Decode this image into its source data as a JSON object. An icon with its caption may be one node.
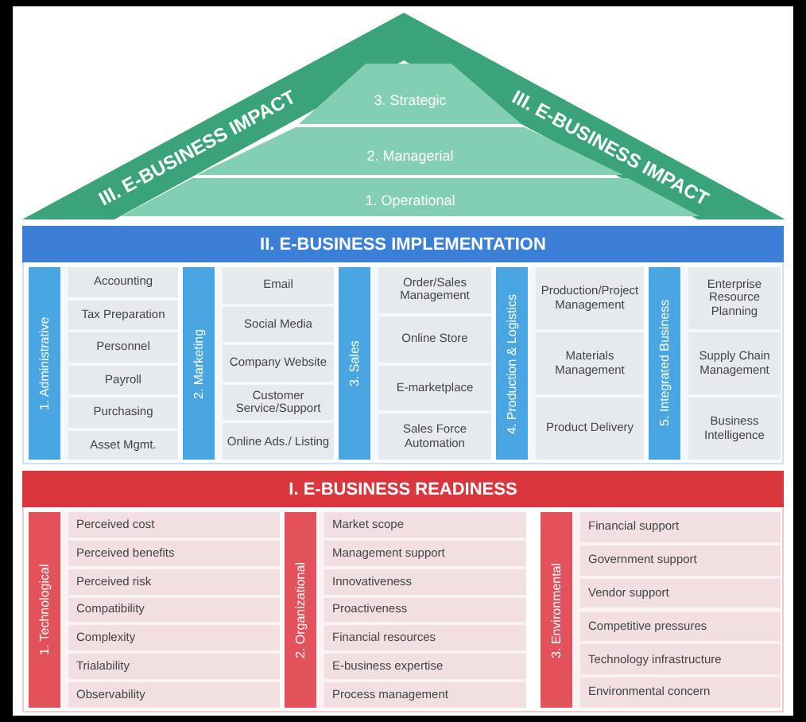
{
  "diagram": {
    "nodes": [
      {
        "text": [
          "III. E-BUSINESS IMPACT",
          "III. E-BUSINESS IMPACT"
        ]
      },
      {
        "text": [
          "3. Strategic"
        ]
      },
      {
        "text": [
          "2. Managerial"
        ]
      },
      {
        "text": [
          "1. Operational"
        ]
      },
      {
        "text": [
          "II. E-BUSINESS IMPLEMENTATION"
        ]
      },
      {
        "text": [
          "1. Administrative"
        ],
        "in": 4
      },
      {
        "text": [
          "Accounting"
        ],
        "in": 5
      },
      {
        "text": [
          "Tax Preparation"
        ],
        "in": 5
      },
      {
        "text": [
          "Personnel"
        ],
        "in": 5
      },
      {
        "text": [
          "Payroll"
        ],
        "in": 5
      },
      {
        "text": [
          "Purchasing"
        ],
        "in": 5
      },
      {
        "text": [
          "Asset Mgmt."
        ],
        "in": 5
      },
      {
        "text": [
          "2. Marketing"
        ],
        "in": 4
      },
      {
        "text": [
          "Email"
        ],
        "in": 12
      },
      {
        "text": [
          "Social Media"
        ],
        "in": 12
      },
      {
        "text": [
          "Company Website"
        ],
        "in": 12
      },
      {
        "text": [
          "Customer Service/Support"
        ],
        "in": 12
      },
      {
        "text": [
          "Online Ads./ Listing"
        ],
        "in": 12
      },
      {
        "text": [
          "3. Sales"
        ],
        "in": 4
      },
      {
        "text": [
          "Order/Sales Management"
        ],
        "in": 18
      },
      {
        "text": [
          "Online Store"
        ],
        "in": 18
      },
      {
        "text": [
          "E-marketplace"
        ],
        "in": 18
      },
      {
        "text": [
          "Sales Force Automation"
        ],
        "in": 18
      },
      {
        "text": [
          "4. Production & Logistics"
        ],
        "in": 4
      },
      {
        "text": [
          "Production/Project Management"
        ],
        "in": 23
      },
      {
        "text": [
          "Materials Management"
        ],
        "in": 23
      },
      {
        "text": [
          "Product Delivery"
        ],
        "in": 23
      },
      {
        "text": [
          "5. Integrated Business"
        ],
        "in": 4
      },
      {
        "text": [
          "Enterprise Resource Planning"
        ],
        "in": 27
      },
      {
        "text": [
          "Supply Chain Management"
        ],
        "in": 27
      },
      {
        "text": [
          "Business Intelligence"
        ],
        "in": 27
      },
      {
        "text": [
          "I. E-BUSINESS READINESS"
        ]
      },
      {
        "text": [
          "1. Technological"
        ],
        "in": 31
      },
      {
        "text": [
          "Perceived cost"
        ],
        "in": 32
      },
      {
        "text": [
          "Perceived benefits"
        ],
        "in": 32
      },
      {
        "text": [
          "Perceived risk"
        ],
        "in": 32
      },
      {
        "text": [
          "Compatibility"
        ],
        "in": 32
      },
      {
        "text": [
          "Complexity"
        ],
        "in": 32
      },
      {
        "text": [
          "Trialability"
        ],
        "in": 32
      },
      {
        "text": [
          "Observability"
        ],
        "in": 32
      },
      {
        "text": [
          "2. Organizational"
        ],
        "in": 31
      },
      {
        "text": [
          "Market scope"
        ],
        "in": 40
      },
      {
        "text": [
          "Management support"
        ],
        "in": 40
      },
      {
        "text": [
          "Innovativeness"
        ],
        "in": 40
      },
      {
        "text": [
          "Proactiveness"
        ],
        "in": 40
      },
      {
        "text": [
          "Financial resources"
        ],
        "in": 40
      },
      {
        "text": [
          "E-business expertise"
        ],
        "in": 40
      },
      {
        "text": [
          "Process management"
        ],
        "in": 40
      },
      {
        "text": [
          "3. Environmental"
        ],
        "in": 31
      },
      {
        "text": [
          "Financial support"
        ],
        "in": 48
      },
      {
        "text": [
          "Government support"
        ],
        "in": 48
      },
      {
        "text": [
          "Vendor support"
        ],
        "in": 48
      },
      {
        "text": [
          "Competitive pressures"
        ],
        "in": 48
      },
      {
        "text": [
          "Technology infrastructure"
        ],
        "in": 48
      },
      {
        "text": [
          "Environmental concern"
        ],
        "in": 48
      }
    ]
  }
}
